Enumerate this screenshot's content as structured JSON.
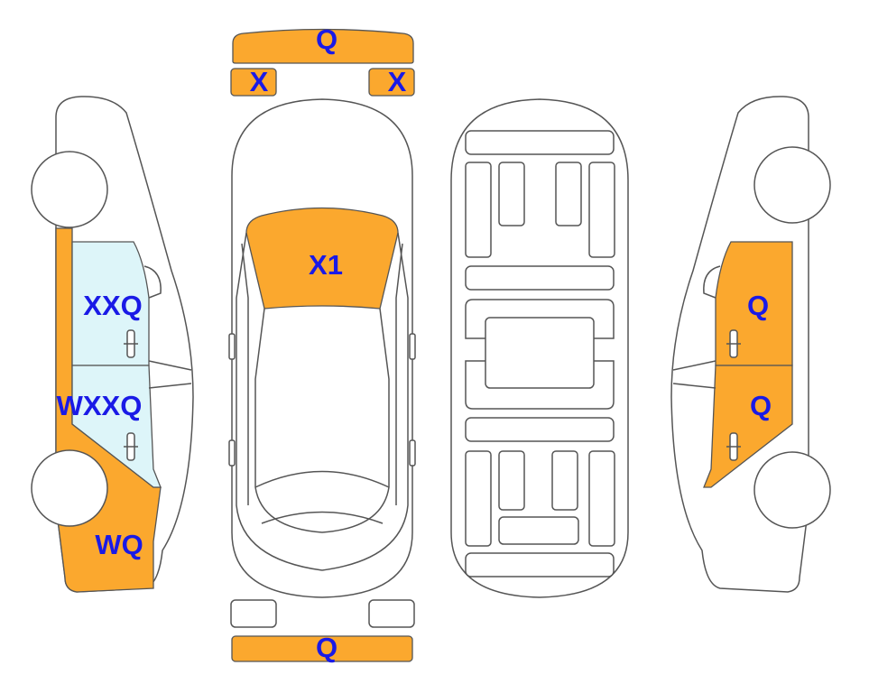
{
  "colors": {
    "damage": "#FBA82E",
    "glass": "#DDF5F9",
    "label": "#1A1AE6",
    "outline": "#555555"
  },
  "labels": {
    "front_bumper": "Q",
    "front_left_light": "X",
    "front_right_light": "X",
    "bonnet": "X1",
    "left_front_door": "XXQ",
    "left_rear_door": "WXXQ",
    "left_rear_quarter": "WQ",
    "right_front_door": "Q",
    "right_rear_door": "Q",
    "rear_bumper": "Q"
  }
}
